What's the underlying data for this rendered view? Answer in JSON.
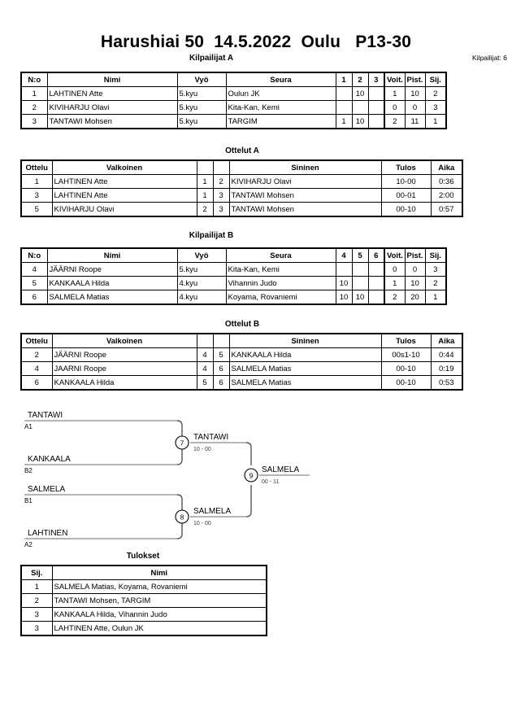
{
  "document": {
    "title": "Harushiai 50  14.5.2022  Oulu   P13-30",
    "entrants_note": "Kilpailijat: 6"
  },
  "pool_a": {
    "caption": "Kilpailijat A",
    "headers": [
      "N:o",
      "Nimi",
      "Vyö",
      "Seura",
      "1",
      "2",
      "3",
      "Voit.",
      "Pist.",
      "Sij."
    ],
    "rows": [
      {
        "no": "1",
        "name": "LAHTINEN Atte",
        "belt": "5.kyu",
        "club": "Oulun JK",
        "m1": "",
        "m2": "10",
        "m3": "",
        "wins": "1",
        "points": "10",
        "rank": "2"
      },
      {
        "no": "2",
        "name": "KIVIHARJU Olavi",
        "belt": "5.kyu",
        "club": "Kita-Kan, Kemi",
        "m1": "",
        "m2": "",
        "m3": "",
        "wins": "0",
        "points": "0",
        "rank": "3"
      },
      {
        "no": "3",
        "name": "TANTAWI Mohsen",
        "belt": "5.kyu",
        "club": "TARGIM",
        "m1": "1",
        "m2": "10",
        "m3": "",
        "wins": "2",
        "points": "11",
        "rank": "1"
      }
    ]
  },
  "matches_a": {
    "caption": "Ottelut A",
    "headers": [
      "Ottelu",
      "Valkoinen",
      "",
      "",
      "Sininen",
      "Tulos",
      "Aika"
    ],
    "rows": [
      {
        "no": "1",
        "white": "LAHTINEN Atte",
        "wn": "1",
        "bn": "2",
        "blue": "KIVIHARJU Olavi",
        "result": "10-00",
        "time": "0:36"
      },
      {
        "no": "3",
        "white": "LAHTINEN Atte",
        "wn": "1",
        "bn": "3",
        "blue": "TANTAWI Mohsen",
        "result": "00-01",
        "time": "2:00"
      },
      {
        "no": "5",
        "white": "KIVIHARJU Olavi",
        "wn": "2",
        "bn": "3",
        "blue": "TANTAWI Mohsen",
        "result": "00-10",
        "time": "0:57"
      }
    ]
  },
  "pool_b": {
    "caption": "Kilpailijat B",
    "headers": [
      "N:o",
      "Nimi",
      "Vyö",
      "Seura",
      "4",
      "5",
      "6",
      "Voit.",
      "Pist.",
      "Sij."
    ],
    "rows": [
      {
        "no": "4",
        "name": "JÄÄRNI Roope",
        "belt": "5.kyu",
        "club": "Kita-Kan, Kemi",
        "m1": "",
        "m2": "",
        "m3": "",
        "wins": "0",
        "points": "0",
        "rank": "3"
      },
      {
        "no": "5",
        "name": "KANKAALA Hilda",
        "belt": "4.kyu",
        "club": "Vihannin Judo",
        "m1": "10",
        "m2": "",
        "m3": "",
        "wins": "1",
        "points": "10",
        "rank": "2"
      },
      {
        "no": "6",
        "name": "SALMELA Matias",
        "belt": "4.kyu",
        "club": "Koyama, Rovaniemi",
        "m1": "10",
        "m2": "10",
        "m3": "",
        "wins": "2",
        "points": "20",
        "rank": "1"
      }
    ]
  },
  "matches_b": {
    "caption": "Ottelut B",
    "headers": [
      "Ottelu",
      "Valkoinen",
      "",
      "",
      "Sininen",
      "Tulos",
      "Aika"
    ],
    "rows": [
      {
        "no": "2",
        "white": "JÄÄRNI Roope",
        "wn": "4",
        "bn": "5",
        "blue": "KANKAALA Hilda",
        "result": "00s1-10",
        "time": "0:44"
      },
      {
        "no": "4",
        "white": "JAARNI Roope",
        "wn": "4",
        "bn": "6",
        "blue": "SALMELA Matias",
        "result": "00-10",
        "time": "0:19"
      },
      {
        "no": "6",
        "white": "KANKAALA Hilda",
        "wn": "5",
        "bn": "6",
        "blue": "SALMELA Matias",
        "result": "00-10",
        "time": "0:53"
      }
    ]
  },
  "bracket": {
    "entries": [
      {
        "name": "TANTAWI",
        "seed": "A1"
      },
      {
        "name": "KANKAALA",
        "seed": "B2"
      },
      {
        "name": "SALMELA",
        "seed": "B1"
      },
      {
        "name": "LAHTINEN",
        "seed": "A2"
      }
    ],
    "semifinals": [
      {
        "number": "7",
        "winner": "TANTAWI",
        "score": "10 - 00"
      },
      {
        "number": "8",
        "winner": "SALMELA",
        "score": "10 - 00"
      }
    ],
    "final": {
      "number": "9",
      "winner": "SALMELA",
      "score": "00 - 11"
    }
  },
  "results": {
    "caption": "Tulokset",
    "headers": [
      "Sij.",
      "Nimi"
    ],
    "rows": [
      {
        "rank": "1",
        "name": "SALMELA Matias, Koyama, Rovaniemi"
      },
      {
        "rank": "2",
        "name": "TANTAWI Mohsen, TARGIM"
      },
      {
        "rank": "3",
        "name": "KANKAALA Hilda, Vihannin Judo"
      },
      {
        "rank": "3",
        "name": "LAHTINEN Atte, Oulun JK"
      }
    ]
  }
}
